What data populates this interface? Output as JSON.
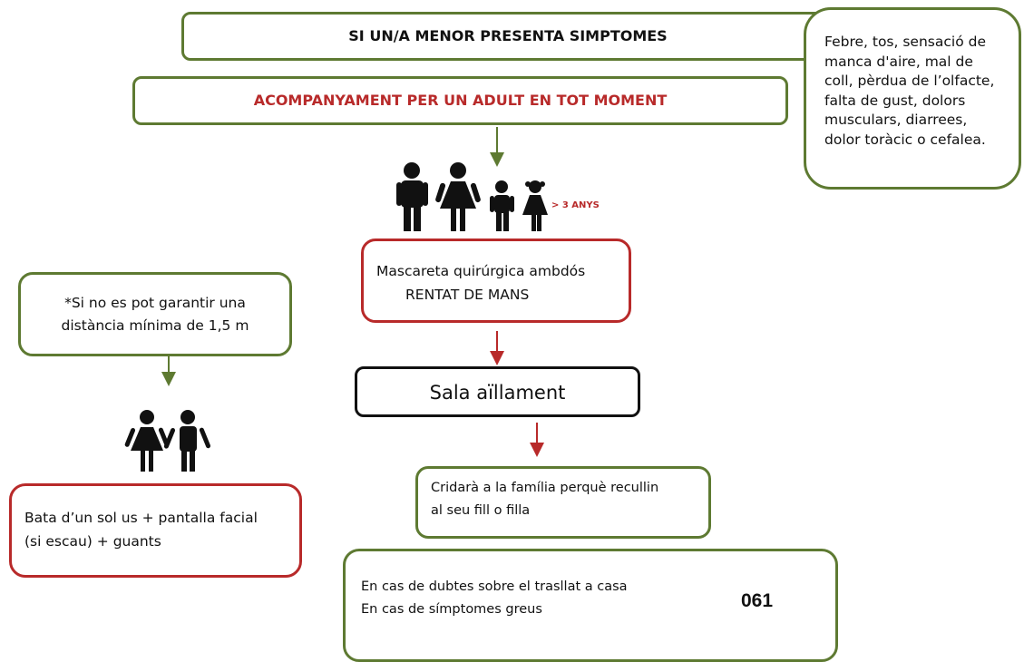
{
  "header": {
    "title": "SI UN/A MENOR PRESENTA SIMPTOMES",
    "subtitle": "ACOMPANYAMENT PER UN ADULT EN TOT MOMENT"
  },
  "symptoms": {
    "lines": [
      "Febre, tos, sensació de",
      "manca d'aire, mal de",
      "coll, pèrdua de l’olfacte,",
      "falta de gust, dolors",
      "musculars, diarrees,",
      "dolor toràcic o cefalea."
    ]
  },
  "people_label": "> 3 ANYS",
  "mask": {
    "line1": "Mascareta quirúrgica ambdós",
    "line2": "RENTAT DE MANS"
  },
  "isolation": {
    "label": "Sala aïllament"
  },
  "family": {
    "line1": "Cridarà a la família perquè recullin",
    "line2": "al seu fill o filla"
  },
  "distance": {
    "line1": "*Si no es pot garantir una",
    "line2": "distància mínima de 1,5 m"
  },
  "ppe": {
    "line1": "Bata d’un sol us + pantalla facial",
    "line2": "(si escau) + guants"
  },
  "doubts": {
    "line1": "En cas de dubtes sobre el trasllat a casa",
    "line2": "En cas de símptomes greus",
    "phone": "061"
  },
  "colors": {
    "green_border": "#5e7a32",
    "red_border": "#b82a2a",
    "red_text": "#b82a2a",
    "black": "#111111"
  }
}
